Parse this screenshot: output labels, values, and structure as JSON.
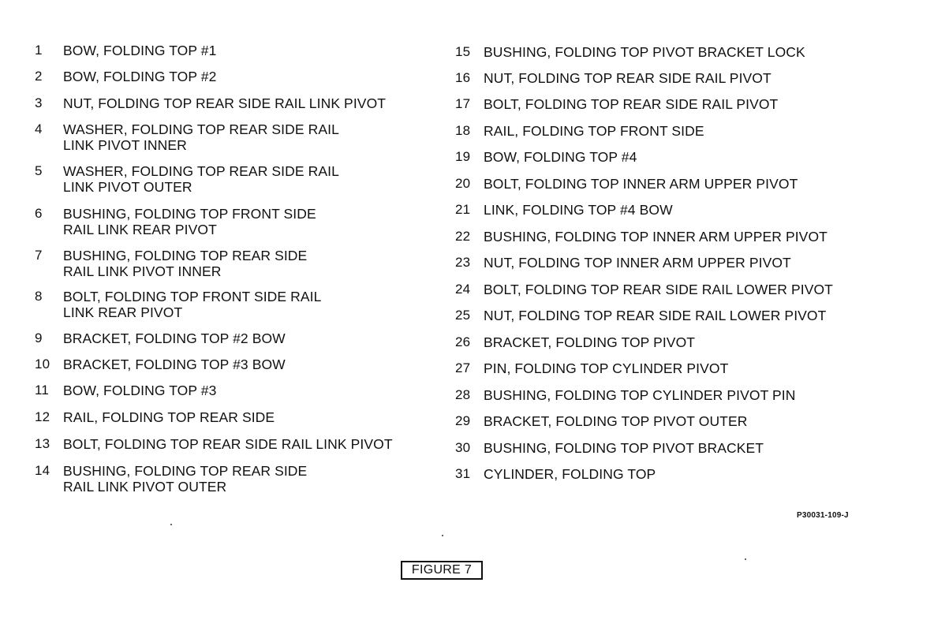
{
  "legend": {
    "left": [
      {
        "number": "1",
        "text": "BOW, FOLDING TOP #1"
      },
      {
        "number": "2",
        "text": "BOW, FOLDING TOP #2"
      },
      {
        "number": "3",
        "text": "NUT, FOLDING TOP REAR SIDE RAIL LINK PIVOT"
      },
      {
        "number": "4",
        "text": "WASHER, FOLDING TOP REAR SIDE RAIL\nLINK PIVOT INNER"
      },
      {
        "number": "5",
        "text": "WASHER, FOLDING TOP REAR SIDE RAIL\nLINK PIVOT OUTER"
      },
      {
        "number": "6",
        "text": "BUSHING, FOLDING TOP FRONT SIDE\nRAIL LINK REAR PIVOT"
      },
      {
        "number": "7",
        "text": "BUSHING, FOLDING TOP REAR SIDE\nRAIL LINK PIVOT INNER"
      },
      {
        "number": "8",
        "text": "BOLT, FOLDING TOP FRONT SIDE RAIL\nLINK REAR PIVOT"
      },
      {
        "number": "9",
        "text": "BRACKET, FOLDING TOP #2 BOW"
      },
      {
        "number": "10",
        "text": "BRACKET, FOLDING TOP #3 BOW"
      },
      {
        "number": "11",
        "text": "BOW, FOLDING TOP #3"
      },
      {
        "number": "12",
        "text": "RAIL, FOLDING TOP REAR SIDE"
      },
      {
        "number": "13",
        "text": "BOLT, FOLDING TOP REAR SIDE RAIL LINK PIVOT"
      },
      {
        "number": "14",
        "text": "BUSHING, FOLDING TOP REAR SIDE\nRAIL LINK PIVOT OUTER"
      }
    ],
    "right": [
      {
        "number": "15",
        "text": "BUSHING, FOLDING TOP PIVOT BRACKET LOCK"
      },
      {
        "number": "16",
        "text": "NUT, FOLDING TOP REAR SIDE RAIL PIVOT"
      },
      {
        "number": "17",
        "text": "BOLT, FOLDING TOP REAR SIDE RAIL PIVOT"
      },
      {
        "number": "18",
        "text": "RAIL, FOLDING TOP FRONT SIDE"
      },
      {
        "number": "19",
        "text": "BOW, FOLDING TOP #4"
      },
      {
        "number": "20",
        "text": "BOLT, FOLDING TOP INNER ARM UPPER PIVOT"
      },
      {
        "number": "21",
        "text": "LINK, FOLDING TOP #4 BOW"
      },
      {
        "number": "22",
        "text": "BUSHING, FOLDING TOP INNER ARM UPPER PIVOT"
      },
      {
        "number": "23",
        "text": "NUT, FOLDING TOP INNER ARM UPPER PIVOT"
      },
      {
        "number": "24",
        "text": "BOLT, FOLDING TOP REAR SIDE RAIL LOWER PIVOT"
      },
      {
        "number": "25",
        "text": "NUT, FOLDING TOP REAR SIDE RAIL LOWER PIVOT"
      },
      {
        "number": "26",
        "text": "BRACKET, FOLDING TOP PIVOT"
      },
      {
        "number": "27",
        "text": "PIN, FOLDING TOP CYLINDER PIVOT"
      },
      {
        "number": "28",
        "text": "BUSHING, FOLDING TOP CYLINDER PIVOT PIN"
      },
      {
        "number": "29",
        "text": "BRACKET, FOLDING TOP PIVOT OUTER"
      },
      {
        "number": "30",
        "text": "BUSHING, FOLDING TOP PIVOT BRACKET"
      },
      {
        "number": "31",
        "text": "CYLINDER, FOLDING TOP"
      }
    ]
  },
  "reference_code": "P30031-109-J",
  "figure_label": "FIGURE 7"
}
